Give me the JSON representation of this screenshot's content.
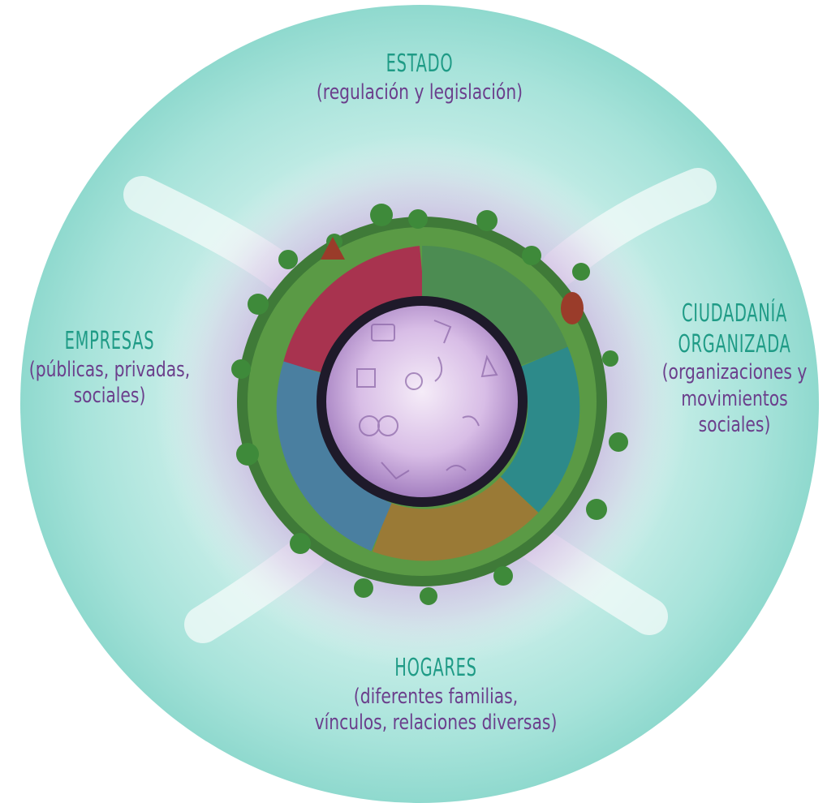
{
  "colors": {
    "title": "#1f9b86",
    "desc": "#6b3f8c",
    "outer_ring": "#9fe0d6",
    "purple_halo": "#b68ad0",
    "inner_globe": "#d9b8e6"
  },
  "sectors": {
    "estado": {
      "title": "ESTADO",
      "desc": "(regulación y legislación)"
    },
    "empresas": {
      "title": "EMPRESAS",
      "desc": "(públicas, privadas,\nsociales)"
    },
    "ciudadania": {
      "title": "CIUDADANÍA\nORGANIZADA",
      "desc": "(organizaciones y\nmovimientos sociales)"
    },
    "hogares": {
      "title": "HOGARES",
      "desc": "(diferentes familias,\nvínculos, relaciones diversas)"
    }
  },
  "illustration": {
    "center": "globe-with-hands-icon",
    "hands": [
      "red-hand-icon",
      "green-hand-icon",
      "teal-hand-icon",
      "orange-hand-icon"
    ],
    "vegetation": "tree-icon"
  }
}
